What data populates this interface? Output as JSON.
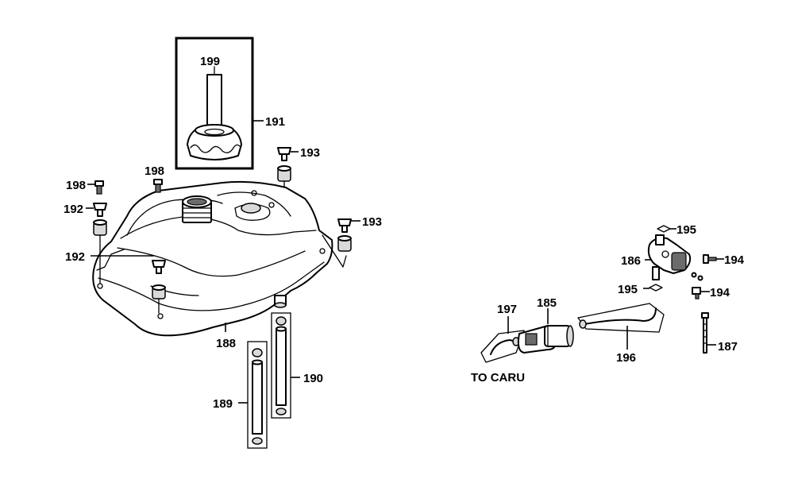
{
  "colors": {
    "line": "#000000",
    "background": "#ffffff",
    "shade": "#d9d9d9",
    "dark": "#6b6b6b"
  },
  "labels": {
    "p185": "185",
    "p186": "186",
    "p187": "187",
    "p188": "188",
    "p189": "189",
    "p190": "190",
    "p191": "191",
    "p192a": "192",
    "p192b": "192",
    "p193a": "193",
    "p193b": "193",
    "p194a": "194",
    "p194b": "194",
    "p195a": "195",
    "p195b": "195",
    "p196": "196",
    "p197": "197",
    "p198a": "198",
    "p198b": "198",
    "p199": "199",
    "to_carb": "TO CARU"
  },
  "icons": [
    "fuel-tank-icon",
    "filler-cap-icon",
    "fuel-filter-icon",
    "fuel-valve-icon",
    "hose-icon",
    "bolt-icon",
    "grommet-icon",
    "clamp-icon"
  ]
}
